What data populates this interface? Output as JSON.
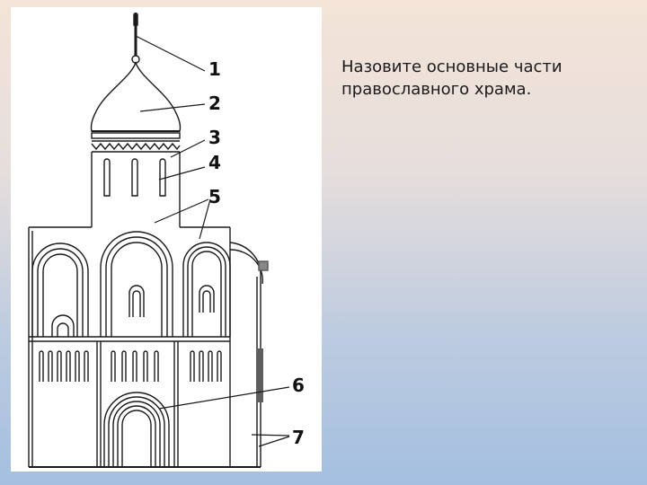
{
  "question": {
    "text": "Назовите основные части православного храма."
  },
  "diagram": {
    "labels": [
      "1",
      "2",
      "3",
      "4",
      "5",
      "6",
      "7"
    ],
    "colors": {
      "stroke": "#1a1a1a",
      "panel": "#ffffff"
    }
  }
}
